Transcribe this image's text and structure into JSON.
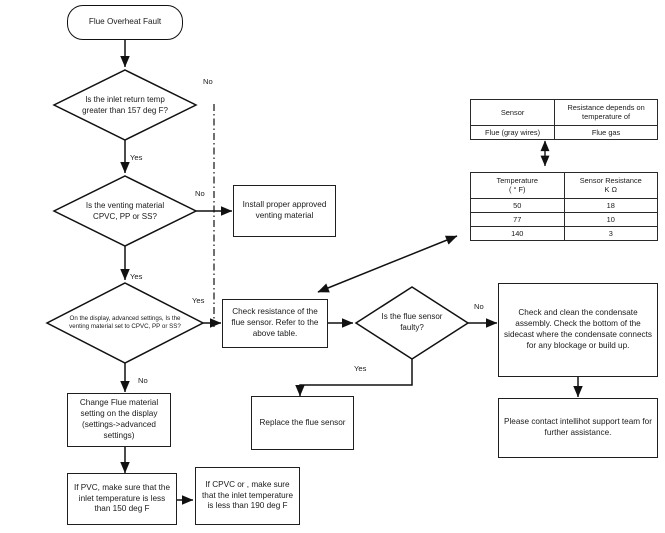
{
  "diagram": {
    "title": "Flue Overheat Fault troubleshooting flowchart",
    "type": "flowchart",
    "nodes": {
      "start": {
        "label": "Flue Overheat Fault",
        "shape": "terminator"
      },
      "d1": {
        "label": "Is the inlet return temp greater than 157 deg F?",
        "shape": "decision"
      },
      "d2": {
        "label": "Is the venting material CPVC, PP or SS?",
        "shape": "decision"
      },
      "d3": {
        "label": "On the display, advanced settings, Is the venting material set to CPVC, PP or SS?",
        "shape": "decision"
      },
      "d4": {
        "label": "Is the flue sensor faulty?",
        "shape": "decision"
      },
      "install_vent": {
        "label": "Install proper approved venting material",
        "shape": "process"
      },
      "check_resistance": {
        "label": "Check resistance of the flue sensor.  Refer to the above table.",
        "shape": "process"
      },
      "change_flue": {
        "label": "Change Flue material setting on the display (settings->advanced settings)",
        "shape": "process"
      },
      "pvc": {
        "label": "If PVC, make sure that the inlet temperature is less than 150 deg F",
        "shape": "process"
      },
      "cpvc": {
        "label": "If CPVC or , make sure that the inlet temperature is less than 190 deg F",
        "shape": "process"
      },
      "replace_sensor": {
        "label": "Replace the flue sensor",
        "shape": "process"
      },
      "condensate": {
        "label": "Check and clean the condensate assembly. Check the bottom of the sidecast where the condensate connects for any blockage or build up.",
        "shape": "process"
      },
      "support": {
        "label": "Please contact intellihot support team for further assistance.",
        "shape": "process"
      }
    },
    "edge_labels": {
      "d1_no": "No",
      "d1_yes": "Yes",
      "d2_no": "No",
      "d2_yes": "Yes",
      "d3_yes": "Yes",
      "d3_no": "No",
      "d4_no": "No",
      "d4_yes": "Yes"
    }
  },
  "tables": {
    "sensor_table": {
      "headers": [
        "Sensor",
        "Resistance depends on temperature of"
      ],
      "rows": [
        [
          "Flue (gray wires)",
          "Flue gas"
        ]
      ]
    },
    "resistance_table": {
      "headers": [
        "Temperature ( ° F)",
        "Sensor Resistance K Ω"
      ],
      "header_lines": [
        [
          "Temperature",
          "( ° F)"
        ],
        [
          "Sensor Resistance",
          "K Ω"
        ]
      ],
      "rows": [
        [
          "50",
          "18"
        ],
        [
          "77",
          "10"
        ],
        [
          "140",
          "3"
        ]
      ]
    }
  },
  "colors": {
    "stroke": "#1f1f1f",
    "text": "#1a1a1a",
    "background": "#ffffff"
  }
}
